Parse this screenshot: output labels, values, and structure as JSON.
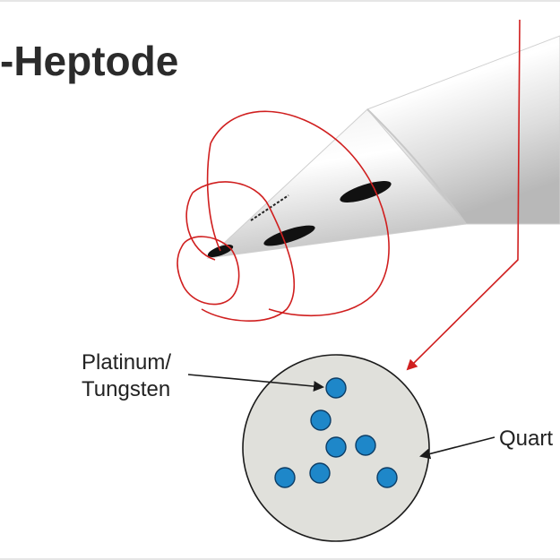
{
  "title": "-Heptode",
  "labels": {
    "electrode_line1": "Platinum/",
    "electrode_line2": "Tungsten",
    "insulator": "Quart"
  },
  "colors": {
    "field_lines": "#d01f1f",
    "arrow_red": "#d01f1f",
    "electrode_fill": "#1e87c9",
    "cross_section_fill": "#e0e0db",
    "title_text": "#2b2b2b"
  },
  "electrode_count": 7
}
